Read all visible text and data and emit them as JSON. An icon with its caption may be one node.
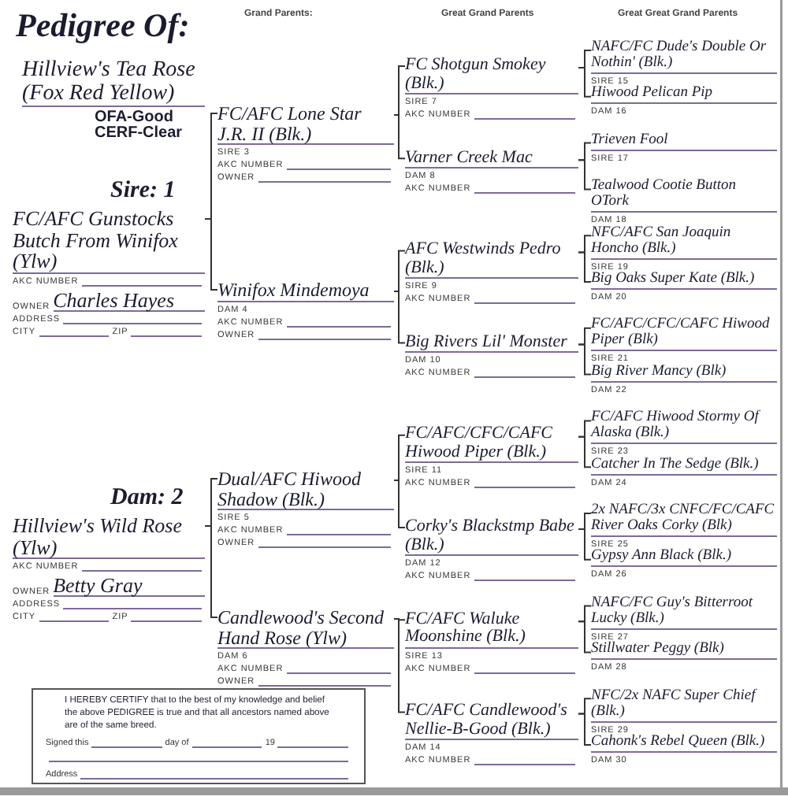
{
  "diagram": {
    "title": "Pedigree Of:",
    "nodes": [
      {
        "text": [
          "Hillview's Tea Rose (Fox Red Yellow)",
          "OFA-Good CERF-Clear"
        ]
      },
      {
        "text": [
          "FC/AFC Gunstocks Butch From Winifox (Ylw)",
          "AKC NUMBER",
          "OWNER",
          "Charles Hayes",
          "ADDRESS",
          "CITY",
          "ZIP"
        ],
        "beside": [
          "Sire: 1"
        ]
      },
      {
        "text": [
          "Hillview's Wild Rose (Ylw)",
          "AKC NUMBER",
          "OWNER",
          "Betty Gray",
          "ADDRESS",
          "CITY",
          "ZIP"
        ],
        "beside": [
          "Dam: 2"
        ]
      },
      {
        "text": [
          "FC/AFC Lone Star J.R. II (Blk.)",
          "SIRE 3",
          "AKC NUMBER",
          "OWNER"
        ]
      },
      {
        "text": [
          "Winifox Mindemoya",
          "DAM 4",
          "AKC NUMBER",
          "OWNER"
        ]
      },
      {
        "text": [
          "Dual/AFC Hiwood Shadow (Blk.)",
          "SIRE 5",
          "AKC NUMBER",
          "OWNER"
        ]
      },
      {
        "text": [
          "Candlewood's Second Hand Rose (Ylw)",
          "DAM 6",
          "AKC NUMBER",
          "OWNER"
        ]
      },
      {
        "text": [
          "FC Shotgun Smokey (Blk.)",
          "SIRE 7",
          "AKC NUMBER"
        ]
      },
      {
        "text": [
          "Varner Creek Mac",
          "DAM 8",
          "AKC NUMBER"
        ]
      },
      {
        "text": [
          "AFC Westwinds Pedro (Blk.)",
          "SIRE 9",
          "AKC NUMBER"
        ]
      },
      {
        "text": [
          "Big Rivers Lil' Monster",
          "DAM 10",
          "AKC NUMBER"
        ]
      },
      {
        "text": [
          "FC/AFC/CFC/CAFC Hiwood Piper (Blk.)",
          "SIRE 11",
          "AKC NUMBER"
        ]
      },
      {
        "text": [
          "Corky's Blackstmp Babe (Blk.)",
          "DAM 12",
          "AKC NUMBER"
        ]
      },
      {
        "text": [
          "FC/AFC Waluke Moonshine (Blk.)",
          "SIRE 13",
          "AKC NUMBER"
        ]
      },
      {
        "text": [
          "FC/AFC Candlewood's Nellie-B-Good (Blk.)",
          "DAM 14",
          "AKC NUMBER"
        ]
      },
      {
        "text": [
          "NAFC/FC Dude's Double Or Nothin' (Blk.)",
          "SIRE 15"
        ]
      },
      {
        "text": [
          "Hiwood Pelican Pip",
          "DAM 16"
        ]
      },
      {
        "text": [
          "Trieven Fool",
          "SIRE 17"
        ]
      },
      {
        "text": [
          "Tealwood Cootie Button OTork",
          "DAM 18"
        ]
      },
      {
        "text": [
          "NFC/AFC San Joaquin Honcho (Blk.)",
          "SIRE 19"
        ]
      },
      {
        "text": [
          "Big Oaks Super Kate (Blk.)",
          "DAM 20"
        ]
      },
      {
        "text": [
          "FC/AFC/CFC/CAFC Hiwood Piper (Blk)",
          "SIRE 21"
        ]
      },
      {
        "text": [
          "Big River Mancy (Blk)",
          "DAM 22"
        ]
      },
      {
        "text": [
          "FC/AFC Hiwood Stormy Of Alaska (Blk.)",
          "SIRE 23"
        ]
      },
      {
        "text": [
          "Catcher In The Sedge (Blk.)",
          "DAM 24"
        ]
      },
      {
        "text": [
          "2x NAFC/3x CNFC/FC/CAFC River Oaks Corky (Blk)",
          "SIRE 25"
        ]
      },
      {
        "text": [
          "Gypsy Ann Black (Blk.)",
          "DAM 26"
        ]
      },
      {
        "text": [
          "NAFC/FC Guy's Bitterroot Lucky (Blk.)",
          "SIRE 27"
        ]
      },
      {
        "text": [
          "Stillwater Peggy (Blk)",
          "DAM 28"
        ]
      },
      {
        "text": [
          "NFC/2x NAFC Super Chief (Blk.)",
          "SIRE 29"
        ]
      },
      {
        "text": [
          "Cahonk's Rebel Queen (Blk.)",
          "DAM 30"
        ]
      },
      {
        "text": [
          "I HEREBY CERTIFY that to the best of my knowledge and belief the above PEDIGREE is true and that all ancestors named above are of the same breed.",
          "Signed this",
          "day of",
          "19",
          "Address"
        ]
      }
    ],
    "edges": [
      {
        "from": 1,
        "to": 3,
        "arrow": "none"
      },
      {
        "from": 1,
        "to": 4,
        "arrow": "none"
      },
      {
        "from": 2,
        "to": 5,
        "arrow": "none"
      },
      {
        "from": 2,
        "to": 6,
        "arrow": "none"
      },
      {
        "from": 3,
        "to": 7,
        "arrow": "none"
      },
      {
        "from": 3,
        "to": 8,
        "arrow": "none"
      },
      {
        "from": 4,
        "to": 9,
        "arrow": "none"
      },
      {
        "from": 4,
        "to": 10,
        "arrow": "none"
      },
      {
        "from": 5,
        "to": 11,
        "arrow": "none"
      },
      {
        "from": 5,
        "to": 12,
        "arrow": "none"
      },
      {
        "from": 6,
        "to": 13,
        "arrow": "none"
      },
      {
        "from": 6,
        "to": 14,
        "arrow": "none"
      },
      {
        "from": 7,
        "to": 15,
        "arrow": "none"
      },
      {
        "from": 7,
        "to": 16,
        "arrow": "none"
      },
      {
        "from": 8,
        "to": 17,
        "arrow": "none"
      },
      {
        "from": 8,
        "to": 18,
        "arrow": "none"
      },
      {
        "from": 9,
        "to": 19,
        "arrow": "none"
      },
      {
        "from": 9,
        "to": 20,
        "arrow": "none"
      },
      {
        "from": 10,
        "to": 21,
        "arrow": "none"
      },
      {
        "from": 10,
        "to": 22,
        "arrow": "none"
      },
      {
        "from": 11,
        "to": 23,
        "arrow": "none"
      },
      {
        "from": 11,
        "to": 24,
        "arrow": "none"
      },
      {
        "from": 12,
        "to": 25,
        "arrow": "none"
      },
      {
        "from": 12,
        "to": 26,
        "arrow": "none"
      },
      {
        "from": 13,
        "to": 27,
        "arrow": "none"
      },
      {
        "from": 13,
        "to": 28,
        "arrow": "none"
      },
      {
        "from": 14,
        "to": 29,
        "arrow": "none"
      },
      {
        "from": 14,
        "to": 30,
        "arrow": "none"
      }
    ],
    "labels": [
      "Grand Parents:",
      "Great Grand Parents",
      "Great Great Grand Parents"
    ]
  }
}
